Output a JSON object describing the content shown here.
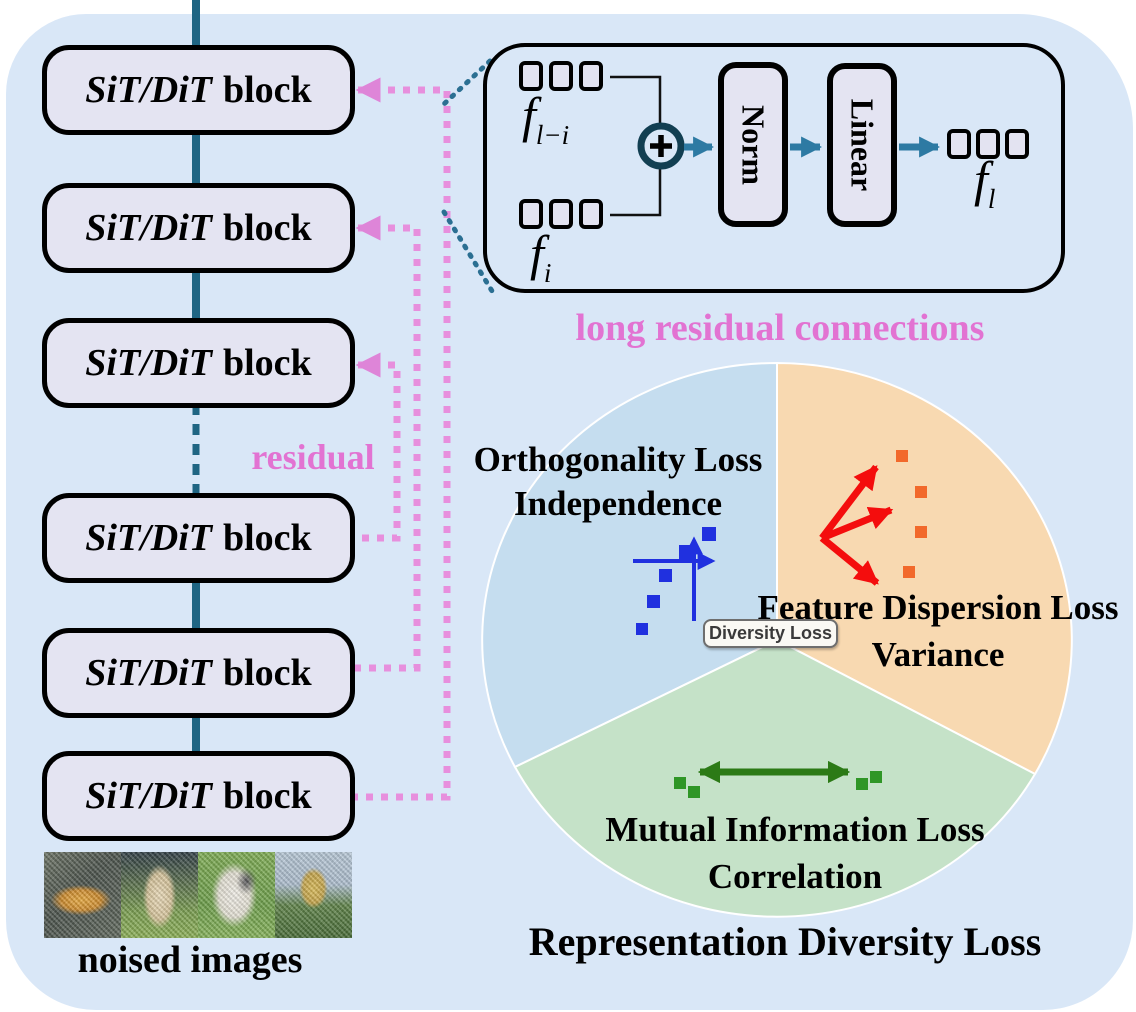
{
  "backbone": {
    "block_label_italic": "SiT/DiT",
    "block_label_rest": "block",
    "num_blocks": 6,
    "noised_images_caption": "noised images",
    "residual_label": "residual"
  },
  "detail": {
    "caption": "long residual connections",
    "input_top": {
      "base": "f",
      "sub": "l−i"
    },
    "input_bottom": {
      "base": "f",
      "sub": "i"
    },
    "plus_symbol": "+",
    "norm_label": "Norm",
    "linear_label": "Linear",
    "output": {
      "base": "f",
      "sub": "l"
    }
  },
  "pie": {
    "center_label": "Diversity Loss",
    "caption": "Representation Diversity Loss",
    "sectors": [
      {
        "name": "orthogonality",
        "title": "Orthogonality Loss",
        "subtitle": "Independence",
        "color": "#c5ddef"
      },
      {
        "name": "feature-dispersion",
        "title": "Feature Dispersion Loss",
        "subtitle": "Variance",
        "color": "#f8d9b1"
      },
      {
        "name": "mutual-information",
        "title": "Mutual Information Loss",
        "subtitle": "Correlation",
        "color": "#c5e2c8"
      }
    ]
  },
  "colors": {
    "panel_bg": "#d9e7f7",
    "block_fill": "#e4e4f2",
    "teal_line": "#1f6583",
    "teal_arrow": "#2d7aa3",
    "pink": "#e273d2",
    "pink_dots": "#e78fdd",
    "blue_icon": "#2030df",
    "red_arrow": "#f40d0d",
    "orange_square": "#f2692b",
    "green_arrow": "#2c7a16",
    "green_square": "#2f9626"
  }
}
